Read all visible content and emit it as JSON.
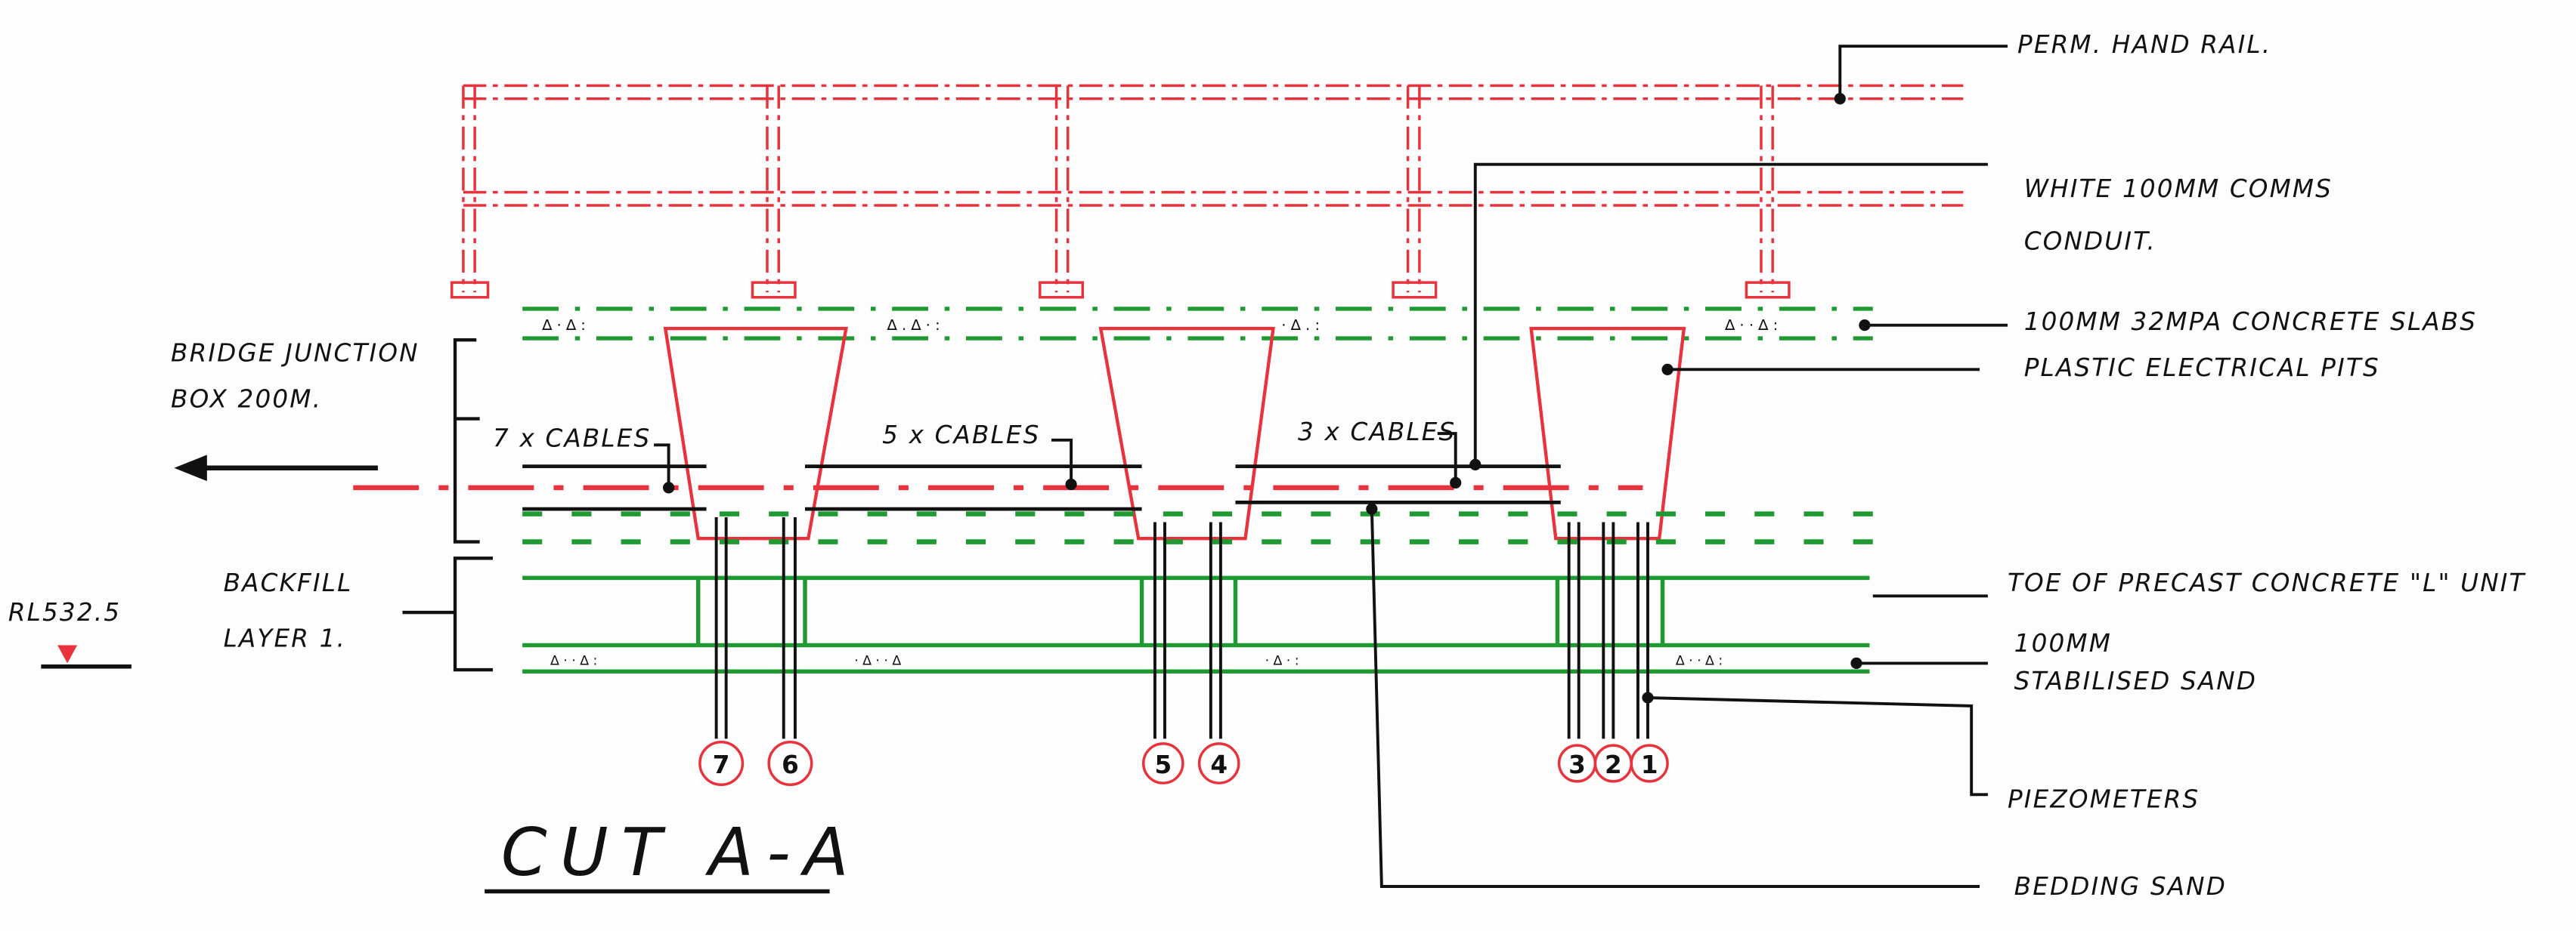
{
  "title": "CUT A-A",
  "labels": {
    "handrail": "PERM. HAND RAIL.",
    "conduit_1": "WHITE 100MM COMMS",
    "conduit_2": "CONDUIT.",
    "slabs": "100MM 32MPA CONCRETE SLABS",
    "pits": "PLASTIC ELECTRICAL PITS",
    "toe": "TOE OF PRECAST CONCRETE \"L\" UNIT",
    "sand_1": "100MM",
    "sand_2": "STABILISED SAND",
    "piezometers": "PIEZOMETERS",
    "bedding": "BEDDING SAND",
    "junction_1": "BRIDGE JUNCTION",
    "junction_2": "BOX 200M.",
    "backfill_1": "BACKFILL",
    "backfill_2": "LAYER 1.",
    "rl": "RL532.5"
  },
  "cables": [
    "7 x CABLES",
    "5 x CABLES",
    "3 x CABLES"
  ],
  "piezometer_numbers": [
    "7",
    "6",
    "5",
    "4",
    "3",
    "2",
    "1"
  ],
  "colors": {
    "ink": "#111111",
    "red": "#e8323c",
    "green": "#1f9a32"
  }
}
